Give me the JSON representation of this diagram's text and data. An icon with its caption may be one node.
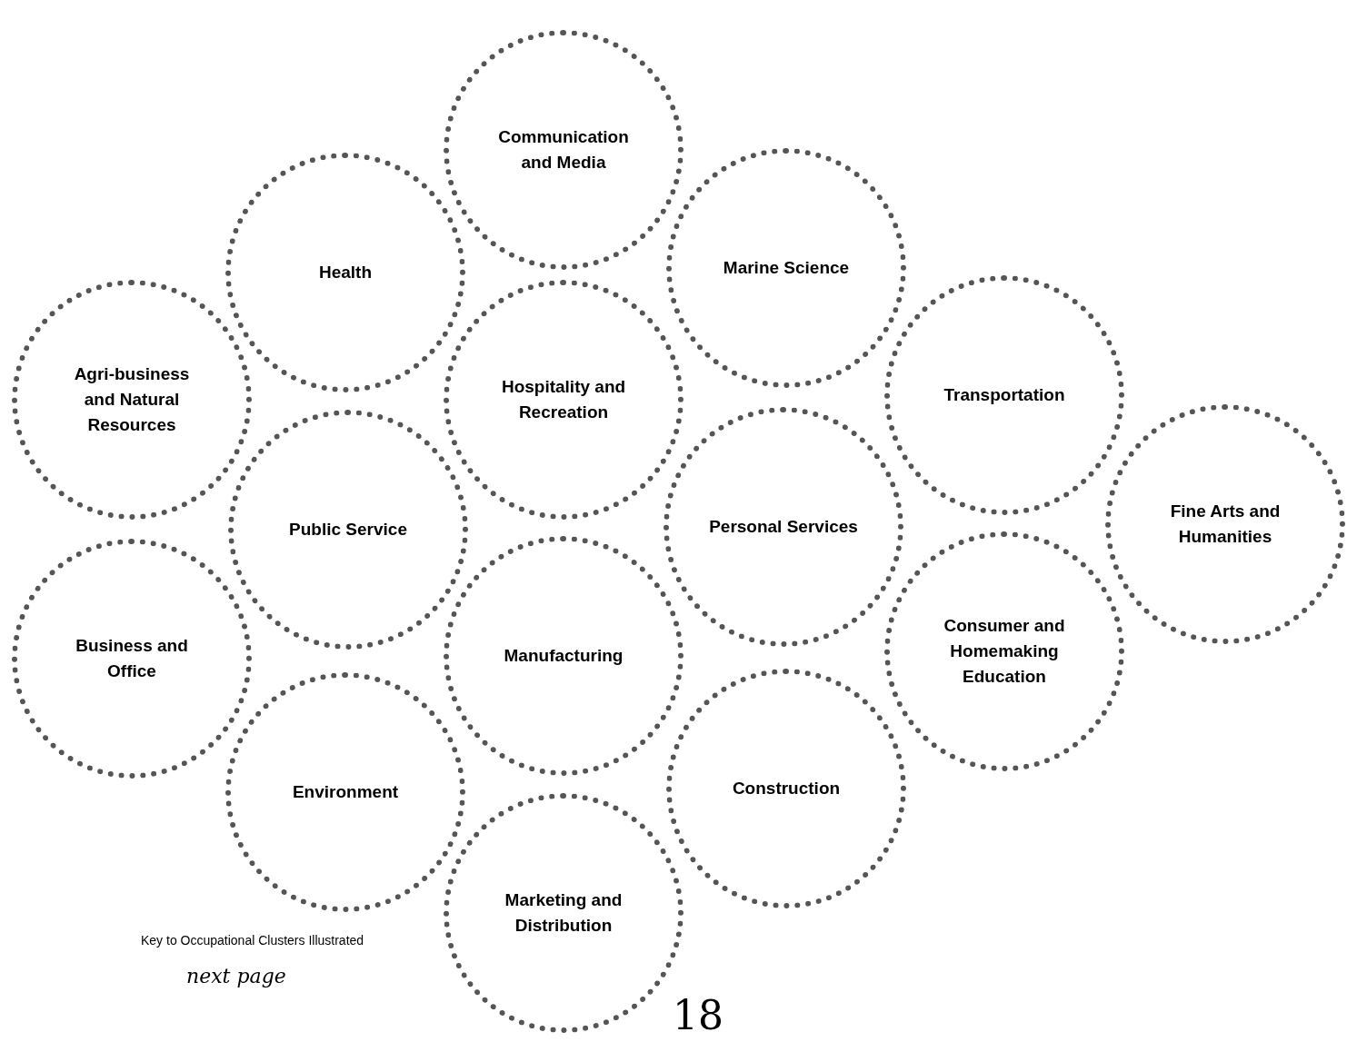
{
  "diagram": {
    "nodes": [
      {
        "text": [
          "Communication and Media"
        ]
      },
      {
        "text": [
          "Health"
        ]
      },
      {
        "text": [
          "Marine Science"
        ]
      },
      {
        "text": [
          "Agri-business and Natural Resources"
        ]
      },
      {
        "text": [
          "Hospitality and Recreation"
        ]
      },
      {
        "text": [
          "Transportation"
        ]
      },
      {
        "text": [
          "Public Service"
        ]
      },
      {
        "text": [
          "Personal Services"
        ]
      },
      {
        "text": [
          "Fine Arts and Humanities"
        ]
      },
      {
        "text": [
          "Business and Office"
        ]
      },
      {
        "text": [
          "Manufacturing"
        ]
      },
      {
        "text": [
          "Consumer and Homemaking Education"
        ]
      },
      {
        "text": [
          "Environment"
        ]
      },
      {
        "text": [
          "Construction"
        ]
      },
      {
        "text": [
          "Marketing and Distribution"
        ]
      }
    ],
    "labels": [
      "Key to Occupational Clusters Illustrated",
      "next page",
      "18"
    ]
  }
}
